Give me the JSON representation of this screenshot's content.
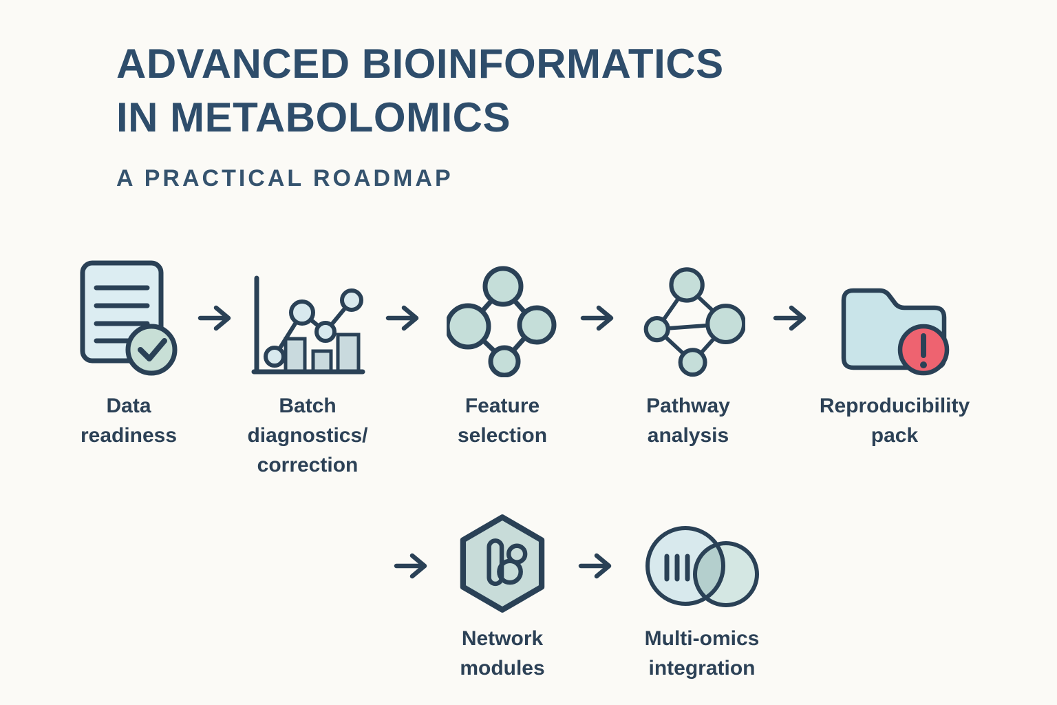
{
  "header": {
    "title_line1": "ADVANCED BIOINFORMATICS",
    "title_line2": "IN METABOLOMICS",
    "subtitle": "A PRACTICAL ROADMAP"
  },
  "colors": {
    "background": "#fbfaf6",
    "ink": "#2a4156",
    "title_text": "#2e4d6b",
    "subtitle_text": "#35536e",
    "label_text": "#2c4156",
    "doc_fill": "#dcedf2",
    "check_fill": "#c8dfd6",
    "bar_fill": "#c9dade",
    "node_fill": "#d8e9ee",
    "network_node_fill": "#c5ded9",
    "folder_fill": "#c9e4e9",
    "alert_fill": "#ee6370",
    "hex_fill": "#c8dcd9",
    "venn_left_fill": "#d8e9ed",
    "venn_right_fill": "#d4e7e3",
    "venn_overlap_fill": "#b4cfcd"
  },
  "flow": {
    "row1": [
      {
        "label": "Data\nreadiness",
        "icon": "document-check-icon"
      },
      {
        "label": "Batch\ndiagnostics/\ncorrection",
        "icon": "batch-chart-icon"
      },
      {
        "label": "Feature\nselection",
        "icon": "feature-network-icon"
      },
      {
        "label": "Pathway\nanalysis",
        "icon": "pathway-network-icon"
      },
      {
        "label": "Reproducibility\npack",
        "icon": "folder-alert-icon"
      }
    ],
    "row2": [
      {
        "label": "Network\nmodules",
        "icon": "hexagon-modules-icon"
      },
      {
        "label": "Multi-omics\nintegration",
        "icon": "venn-overlap-icon"
      }
    ]
  }
}
